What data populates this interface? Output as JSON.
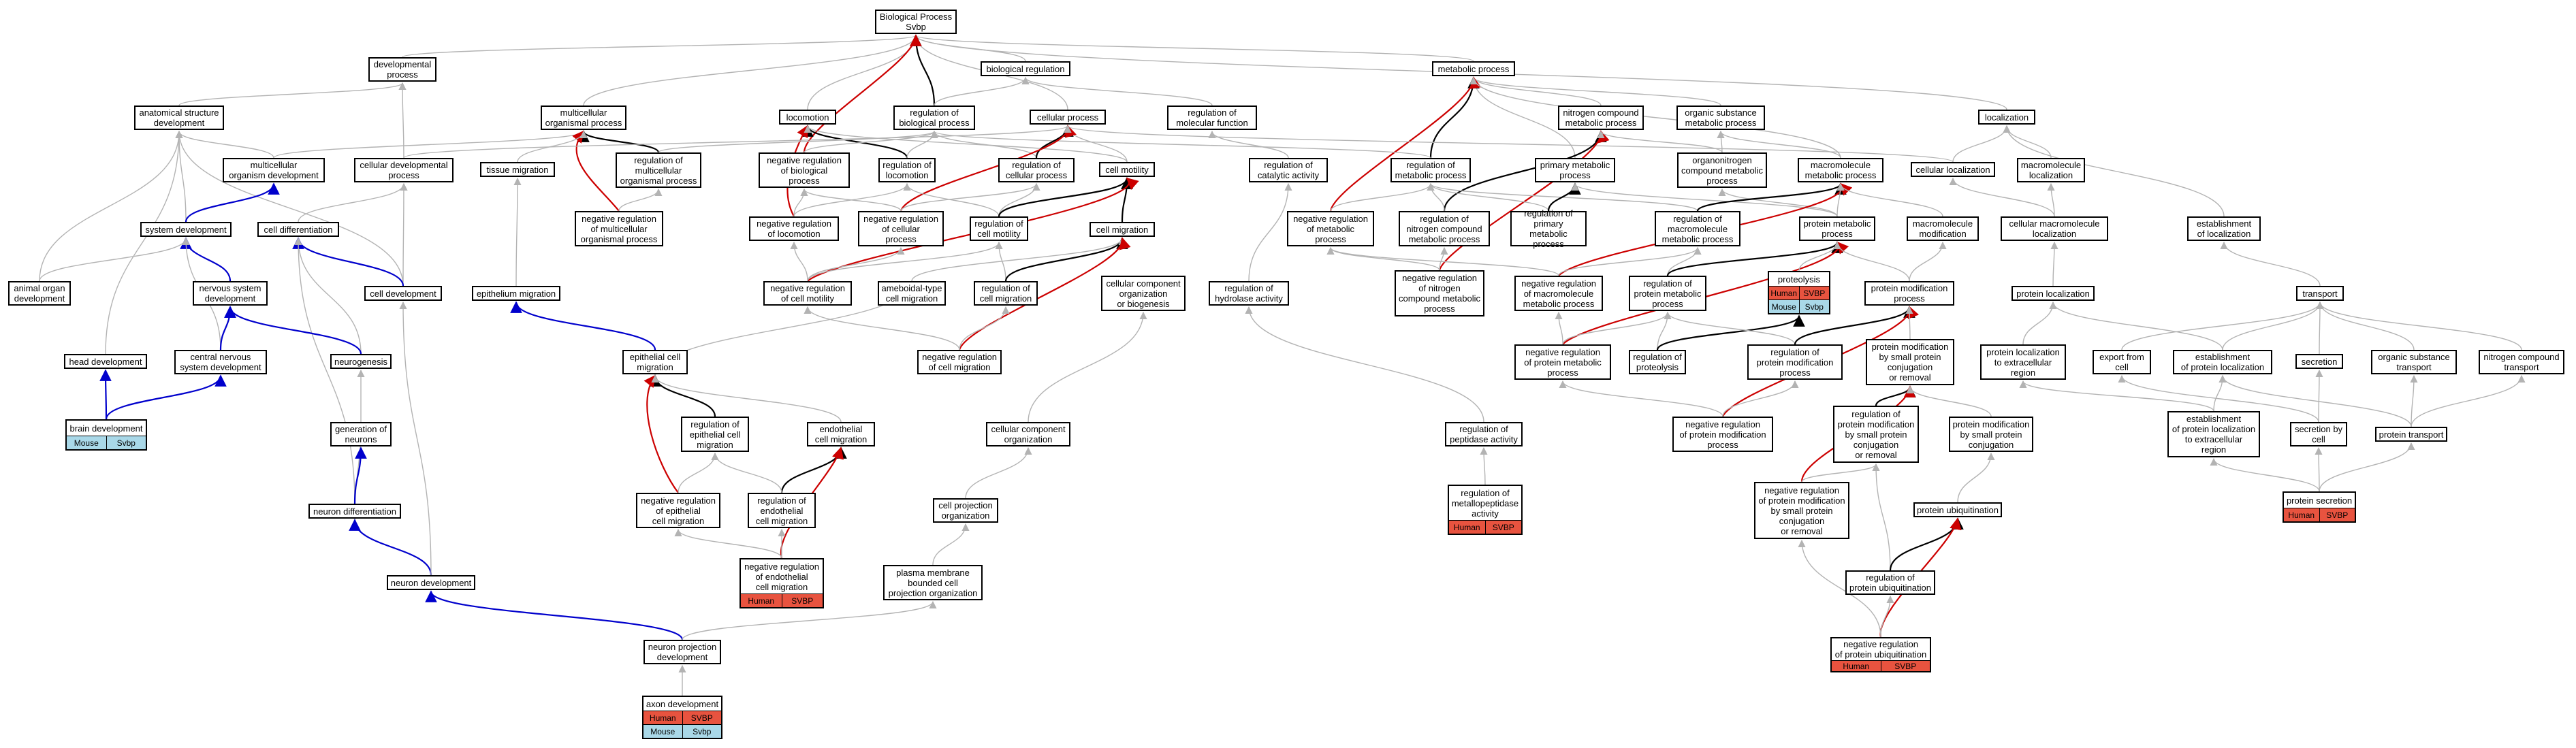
{
  "colors": {
    "grey_edge": "#b3b3b3",
    "black_edge": "#000000",
    "blue_edge": "#0000cc",
    "red_edge": "#cc0000",
    "human_tag": "#e8533f",
    "mouse_tag": "#a9d8e8"
  },
  "nodes": {
    "bp": "Biological Process\nSvbp",
    "devproc": "developmental\nprocess",
    "bioreg": "biological regulation",
    "metproc": "metabolic process",
    "ass_dev": "anatomical structure\ndevelopment",
    "multi_proc": "multicellular\norganismal process",
    "locomotion": "locomotion",
    "reg_bio": "regulation of\nbiological process",
    "cellular_proc": "cellular process",
    "reg_molfn": "regulation of\nmolecular function",
    "nitro_met": "nitrogen compound\nmetabolic process",
    "org_sub_met": "organic substance\nmetabolic process",
    "localization": "localization",
    "multi_org_dev": "multicellular\norganism development",
    "cell_dev_proc": "cellular developmental\nprocess",
    "tissue_mig": "tissue migration",
    "reg_multi": "regulation of\nmulticellular\norganismal process",
    "neg_reg_bio": "negative regulation\nof biological\nprocess",
    "reg_loco": "regulation of\nlocomotion",
    "reg_cell_proc": "regulation of\ncellular process",
    "cell_motility": "cell motility",
    "reg_cat": "regulation of\ncatalytic activity",
    "reg_met": "regulation of\nmetabolic process",
    "prim_met": "primary metabolic\nprocess",
    "orgnitro_met": "organonitrogen\ncompound metabolic\nprocess",
    "macro_met": "macromolecule\nmetabolic process",
    "cell_loc": "cellular localization",
    "macro_loc": "macromolecule\nlocalization",
    "cell_diff": "cell differentiation",
    "system_dev": "system development",
    "neg_reg_multi": "negative regulation\nof multicellular\norganismal process",
    "neg_reg_loco": "negative regulation\nof locomotion",
    "neg_reg_cell_proc": "negative regulation\nof cellular\nprocess",
    "reg_cell_mot": "regulation of\ncell motility",
    "cell_mig": "cell migration",
    "neg_reg_met": "negative regulation\nof metabolic\nprocess",
    "reg_nitro": "regulation of\nnitrogen compound\nmetabolic process",
    "reg_prim": "regulation of\nprimary metabolic\nprocess",
    "reg_macro": "regulation of\nmacromolecule\nmetabolic process",
    "prot_met": "protein metabolic\nprocess",
    "macro_mod": "macromolecule\nmodification",
    "cell_macro_loc": "cellular macromolecule\nlocalization",
    "est_loc": "establishment\nof localization",
    "animal_org": "animal organ\ndevelopment",
    "nervous_dev": "nervous system\ndevelopment",
    "cell_dev": "cell development",
    "epi_mig": "epithelium migration",
    "neg_reg_cell_mot": "negative regulation\nof cell motility",
    "amoeboid": "ameboidal-type\ncell migration",
    "reg_cell_mig": "regulation of\ncell migration",
    "ccob": "cellular component\norganization\nor biogenesis",
    "reg_hydro": "regulation of\nhydrolase activity",
    "neg_reg_nitro": "negative regulation\nof nitrogen\ncompound metabolic\nprocess",
    "neg_reg_macro": "negative regulation\nof macromolecule\nmetabolic process",
    "reg_prot_met": "regulation of\nprotein metabolic\nprocess",
    "prot_mod": "protein modification\nprocess",
    "prot_loc": "protein localization",
    "transport": "transport",
    "head_dev": "head development",
    "cns_dev": "central nervous\nsystem development",
    "neurogenesis": "neurogenesis",
    "epi_cell_mig": "epithelial cell\nmigration",
    "neg_reg_cell_mig": "negative regulation\nof cell migration",
    "neg_reg_prot_met": "negative regulation\nof protein metabolic\nprocess",
    "reg_proteolysis": "regulation of\nproteolysis",
    "reg_prot_mod": "regulation of\nprotein modification\nprocess",
    "pm_small_conj": "protein modification\nby small protein\nconjugation\nor removal",
    "prot_loc_extra": "protein localization\nto extracellular\nregion",
    "export_cell": "export from\ncell",
    "est_prot_loc": "establishment\nof protein localization",
    "secretion": "secretion",
    "org_sub_transport": "organic substance\ntransport",
    "nitro_transport": "nitrogen compound\ntransport",
    "gen_neurons": "generation of\nneurons",
    "reg_epi_mig": "regulation of\nepithelial cell\nmigration",
    "endo_mig": "endothelial\ncell migration",
    "cc_org": "cellular component\norganization",
    "reg_pep": "regulation of\npeptidase activity",
    "neg_reg_prot_mod": "negative regulation\nof protein modification\nprocess",
    "reg_pm_small": "regulation of\nprotein modification\nby small protein\nconjugation\nor removal",
    "pm_small_conj2": "protein modification\nby small protein\nconjugation",
    "est_prot_extra": "establishment\nof protein localization\nto extracellular\nregion",
    "secretion_cell": "secretion by\ncell",
    "prot_transport": "protein transport",
    "neuron_diff": "neuron differentiation",
    "neg_reg_epi_mig": "negative regulation\nof epithelial\ncell migration",
    "reg_endo_mig": "regulation of\nendothelial\ncell migration",
    "cell_proj_org": "cell projection\norganization",
    "neg_reg_pm_small": "negative regulation\nof protein modification\nby small protein\nconjugation\nor removal",
    "prot_ubiq": "protein ubiquitination",
    "neuron_dev": "neuron development",
    "pm_bounded": "plasma membrane\nbounded cell\nprojection organization",
    "reg_prot_ubiq": "regulation of\nprotein ubiquitination",
    "neuron_proj_dev": "neuron projection\ndevelopment"
  },
  "tagged_nodes": {
    "brain_dev": {
      "label": "brain development",
      "tags": [
        [
          "Mouse",
          "Svbp"
        ]
      ]
    },
    "proteolysis": {
      "label": "proteolysis",
      "tags": [
        [
          "Human",
          "SVBP"
        ],
        [
          "Mouse",
          "Svbp"
        ]
      ]
    },
    "reg_metallo": {
      "label": "regulation of\nmetallopeptidase\nactivity",
      "tags": [
        [
          "Human",
          "SVBP"
        ]
      ]
    },
    "neg_reg_endo_mig": {
      "label": "negative regulation\nof endothelial\ncell migration",
      "tags": [
        [
          "Human",
          "SVBP"
        ]
      ]
    },
    "prot_secretion": {
      "label": "protein secretion",
      "tags": [
        [
          "Human",
          "SVBP"
        ]
      ]
    },
    "neg_reg_prot_ubiq": {
      "label": "negative regulation\nof protein ubiquitination",
      "tags": [
        [
          "Human",
          "SVBP"
        ]
      ]
    },
    "axon_dev": {
      "label": "axon development",
      "tags": [
        [
          "Human",
          "SVBP"
        ],
        [
          "Mouse",
          "Svbp"
        ]
      ]
    }
  },
  "edges": [
    [
      "devproc",
      "bp",
      "grey"
    ],
    [
      "bioreg",
      "bp",
      "grey"
    ],
    [
      "metproc",
      "bp",
      "grey"
    ],
    [
      "localization",
      "bp",
      "grey"
    ],
    [
      "multi_proc",
      "bp",
      "grey"
    ],
    [
      "locomotion",
      "bp",
      "grey"
    ],
    [
      "reg_bio",
      "bp",
      "black"
    ],
    [
      "cellular_proc",
      "bp",
      "grey"
    ],
    [
      "neg_reg_bio",
      "bp",
      "red"
    ],
    [
      "ass_dev",
      "devproc",
      "grey"
    ],
    [
      "cell_dev_proc",
      "devproc",
      "grey"
    ],
    [
      "reg_bio",
      "bioreg",
      "grey"
    ],
    [
      "reg_molfn",
      "bioreg",
      "grey"
    ],
    [
      "nitro_met",
      "metproc",
      "grey"
    ],
    [
      "org_sub_met",
      "metproc",
      "grey"
    ],
    [
      "prim_met",
      "metproc",
      "grey"
    ],
    [
      "reg_met",
      "metproc",
      "black"
    ],
    [
      "neg_reg_met",
      "metproc",
      "red"
    ],
    [
      "macro_met",
      "metproc",
      "grey"
    ],
    [
      "multi_org_dev",
      "ass_dev",
      "grey"
    ],
    [
      "system_dev",
      "ass_dev",
      "grey"
    ],
    [
      "animal_org",
      "ass_dev",
      "grey"
    ],
    [
      "head_dev",
      "ass_dev",
      "grey"
    ],
    [
      "cell_dev",
      "ass_dev",
      "grey"
    ],
    [
      "multi_org_dev",
      "multi_proc",
      "grey"
    ],
    [
      "reg_multi",
      "multi_proc",
      "black"
    ],
    [
      "neg_reg_multi",
      "multi_proc",
      "red"
    ],
    [
      "tissue_mig",
      "multi_proc",
      "grey"
    ],
    [
      "reg_loco",
      "locomotion",
      "black"
    ],
    [
      "neg_reg_loco",
      "locomotion",
      "red"
    ],
    [
      "cell_motility",
      "locomotion",
      "grey"
    ],
    [
      "reg_cell_proc",
      "reg_bio",
      "grey"
    ],
    [
      "reg_multi",
      "reg_bio",
      "grey"
    ],
    [
      "neg_reg_bio",
      "reg_bio",
      "grey"
    ],
    [
      "reg_loco",
      "reg_bio",
      "grey"
    ],
    [
      "reg_met",
      "reg_bio",
      "grey"
    ],
    [
      "cell_motility",
      "cellular_proc",
      "grey"
    ],
    [
      "reg_cell_proc",
      "cellular_proc",
      "black"
    ],
    [
      "neg_reg_cell_proc",
      "cellular_proc",
      "red"
    ],
    [
      "cell_dev_proc",
      "cellular_proc",
      "grey"
    ],
    [
      "cell_loc",
      "cellular_proc",
      "grey"
    ],
    [
      "reg_cat",
      "reg_molfn",
      "grey"
    ],
    [
      "reg_nitro",
      "nitro_met",
      "black"
    ],
    [
      "neg_reg_nitro",
      "nitro_met",
      "red"
    ],
    [
      "orgnitro_met",
      "nitro_met",
      "grey"
    ],
    [
      "macro_met",
      "org_sub_met",
      "grey"
    ],
    [
      "orgnitro_met",
      "org_sub_met",
      "grey"
    ],
    [
      "cell_loc",
      "localization",
      "grey"
    ],
    [
      "macro_loc",
      "localization",
      "grey"
    ],
    [
      "est_loc",
      "localization",
      "grey"
    ],
    [
      "system_dev",
      "multi_org_dev",
      "blue"
    ],
    [
      "cell_diff",
      "cell_dev_proc",
      "grey"
    ],
    [
      "cell_dev",
      "cell_dev_proc",
      "grey"
    ],
    [
      "epi_mig",
      "tissue_mig",
      "grey"
    ],
    [
      "neg_reg_multi",
      "reg_multi",
      "grey"
    ],
    [
      "neg_reg_loco",
      "neg_reg_bio",
      "grey"
    ],
    [
      "neg_reg_cell_proc",
      "neg_reg_bio",
      "grey"
    ],
    [
      "reg_cell_mot",
      "reg_loco",
      "grey"
    ],
    [
      "neg_reg_loco",
      "reg_loco",
      "grey"
    ],
    [
      "neg_reg_cell_proc",
      "reg_cell_proc",
      "grey"
    ],
    [
      "reg_cell_mot",
      "reg_cell_proc",
      "grey"
    ],
    [
      "cell_mig",
      "cell_motility",
      "black"
    ],
    [
      "reg_cell_mot",
      "cell_motility",
      "black"
    ],
    [
      "neg_reg_cell_mot",
      "cell_motility",
      "red"
    ],
    [
      "reg_hydro",
      "reg_cat",
      "grey"
    ],
    [
      "reg_prim",
      "reg_met",
      "grey"
    ],
    [
      "reg_nitro",
      "reg_met",
      "grey"
    ],
    [
      "reg_macro",
      "reg_met",
      "grey"
    ],
    [
      "neg_reg_met",
      "reg_met",
      "grey"
    ],
    [
      "reg_prim",
      "prim_met",
      "black"
    ],
    [
      "prot_met",
      "prim_met",
      "grey"
    ],
    [
      "prot_met",
      "orgnitro_met",
      "grey"
    ],
    [
      "reg_macro",
      "macro_met",
      "black"
    ],
    [
      "neg_reg_macro",
      "macro_met",
      "red"
    ],
    [
      "prot_met",
      "macro_met",
      "grey"
    ],
    [
      "macro_mod",
      "macro_met",
      "grey"
    ],
    [
      "cell_macro_loc",
      "cell_loc",
      "grey"
    ],
    [
      "cell_macro_loc",
      "macro_loc",
      "grey"
    ],
    [
      "transport",
      "est_loc",
      "grey"
    ],
    [
      "nervous_dev",
      "system_dev",
      "blue"
    ],
    [
      "animal_org",
      "system_dev",
      "grey"
    ],
    [
      "cns_dev",
      "system_dev",
      "grey"
    ],
    [
      "neurogenesis",
      "cell_diff",
      "grey"
    ],
    [
      "cell_dev",
      "cell_diff",
      "blue"
    ],
    [
      "neuron_diff",
      "cell_diff",
      "grey"
    ],
    [
      "cns_dev",
      "nervous_dev",
      "blue"
    ],
    [
      "neurogenesis",
      "nervous_dev",
      "blue"
    ],
    [
      "epi_cell_mig",
      "epi_mig",
      "blue"
    ],
    [
      "neg_reg_cell_mot",
      "neg_reg_loco",
      "grey"
    ],
    [
      "neg_reg_cell_mot",
      "neg_reg_cell_proc",
      "grey"
    ],
    [
      "reg_cell_mig",
      "reg_cell_mot",
      "grey"
    ],
    [
      "neg_reg_cell_mot",
      "reg_cell_mot",
      "grey"
    ],
    [
      "reg_cell_mig",
      "cell_mig",
      "black"
    ],
    [
      "amoeboid",
      "cell_mig",
      "grey"
    ],
    [
      "neg_reg_cell_mig",
      "cell_mig",
      "red"
    ],
    [
      "neg_reg_nitro",
      "neg_reg_met",
      "grey"
    ],
    [
      "neg_reg_macro",
      "neg_reg_met",
      "grey"
    ],
    [
      "neg_reg_nitro",
      "reg_nitro",
      "grey"
    ],
    [
      "neg_reg_macro",
      "reg_macro",
      "grey"
    ],
    [
      "reg_prot_met",
      "reg_macro",
      "grey"
    ],
    [
      "reg_prot_met",
      "prot_met",
      "black"
    ],
    [
      "neg_reg_prot_met",
      "prot_met",
      "red"
    ],
    [
      "proteolysis",
      "prot_met",
      "grey"
    ],
    [
      "prot_mod",
      "prot_met",
      "grey"
    ],
    [
      "prot_mod",
      "macro_mod",
      "grey"
    ],
    [
      "prot_loc",
      "cell_macro_loc",
      "grey"
    ],
    [
      "brain_dev",
      "head_dev",
      "blue"
    ],
    [
      "brain_dev",
      "cns_dev",
      "blue"
    ],
    [
      "gen_neurons",
      "neurogenesis",
      "grey"
    ],
    [
      "reg_epi_mig",
      "epi_cell_mig",
      "black"
    ],
    [
      "neg_reg_epi_mig",
      "epi_cell_mig",
      "red"
    ],
    [
      "endo_mig",
      "epi_cell_mig",
      "grey"
    ],
    [
      "amoeboid",
      "epi_cell_mig",
      "grey"
    ],
    [
      "neg_reg_cell_mig",
      "reg_cell_mig",
      "grey"
    ],
    [
      "neg_reg_cell_mig",
      "neg_reg_cell_mot",
      "grey"
    ],
    [
      "cc_org",
      "ccob",
      "grey"
    ],
    [
      "reg_pep",
      "reg_hydro",
      "grey"
    ],
    [
      "neg_reg_prot_met",
      "neg_reg_macro",
      "grey"
    ],
    [
      "neg_reg_prot_met",
      "reg_prot_met",
      "grey"
    ],
    [
      "reg_proteolysis",
      "reg_prot_met",
      "grey"
    ],
    [
      "reg_proteolysis",
      "proteolysis",
      "black"
    ],
    [
      "reg_prot_mod",
      "reg_prot_met",
      "grey"
    ],
    [
      "reg_prot_mod",
      "prot_mod",
      "black"
    ],
    [
      "neg_reg_prot_mod",
      "prot_mod",
      "red"
    ],
    [
      "pm_small_conj",
      "prot_mod",
      "grey"
    ],
    [
      "neg_reg_prot_mod",
      "neg_reg_prot_met",
      "grey"
    ],
    [
      "neg_reg_prot_mod",
      "reg_prot_mod",
      "grey"
    ],
    [
      "reg_pm_small",
      "pm_small_conj",
      "black"
    ],
    [
      "neg_reg_pm_small",
      "pm_small_conj",
      "red"
    ],
    [
      "pm_small_conj2",
      "pm_small_conj",
      "grey"
    ],
    [
      "neg_reg_pm_small",
      "reg_pm_small",
      "grey"
    ],
    [
      "reg_prot_ubiq",
      "reg_pm_small",
      "grey"
    ],
    [
      "prot_ubiq",
      "pm_small_conj2",
      "grey"
    ],
    [
      "reg_prot_ubiq",
      "prot_ubiq",
      "black"
    ],
    [
      "neg_reg_prot_ubiq",
      "prot_ubiq",
      "red"
    ],
    [
      "neg_reg_prot_ubiq",
      "reg_prot_ubiq",
      "grey"
    ],
    [
      "neg_reg_prot_ubiq",
      "neg_reg_pm_small",
      "grey"
    ],
    [
      "reg_metallo",
      "reg_pep",
      "grey"
    ],
    [
      "prot_loc_extra",
      "prot_loc",
      "grey"
    ],
    [
      "est_prot_loc",
      "prot_loc",
      "grey"
    ],
    [
      "export_cell",
      "transport",
      "grey"
    ],
    [
      "est_prot_loc",
      "transport",
      "grey"
    ],
    [
      "secretion",
      "transport",
      "grey"
    ],
    [
      "org_sub_transport",
      "transport",
      "grey"
    ],
    [
      "nitro_transport",
      "transport",
      "grey"
    ],
    [
      "est_prot_extra",
      "prot_loc_extra",
      "grey"
    ],
    [
      "est_prot_extra",
      "est_prot_loc",
      "grey"
    ],
    [
      "secretion_cell",
      "secretion",
      "grey"
    ],
    [
      "secretion_cell",
      "export_cell",
      "grey"
    ],
    [
      "prot_transport",
      "est_prot_loc",
      "grey"
    ],
    [
      "prot_transport",
      "org_sub_transport",
      "grey"
    ],
    [
      "prot_transport",
      "nitro_transport",
      "grey"
    ],
    [
      "prot_secretion",
      "est_prot_extra",
      "grey"
    ],
    [
      "prot_secretion",
      "secretion_cell",
      "grey"
    ],
    [
      "prot_secretion",
      "prot_transport",
      "grey"
    ],
    [
      "gen_neurons",
      "neuron_diff",
      "grey"
    ],
    [
      "neuron_diff",
      "gen_neurons",
      "blue"
    ],
    [
      "neuron_dev",
      "neuron_diff",
      "blue"
    ],
    [
      "neuron_dev",
      "cell_dev",
      "grey"
    ],
    [
      "reg_endo_mig",
      "endo_mig",
      "black"
    ],
    [
      "neg_reg_endo_mig",
      "endo_mig",
      "red"
    ],
    [
      "neg_reg_endo_mig",
      "reg_endo_mig",
      "grey"
    ],
    [
      "reg_endo_mig",
      "reg_epi_mig",
      "grey"
    ],
    [
      "neg_reg_epi_mig",
      "reg_epi_mig",
      "grey"
    ],
    [
      "neg_reg_endo_mig",
      "neg_reg_epi_mig",
      "grey"
    ],
    [
      "cell_proj_org",
      "cc_org",
      "grey"
    ],
    [
      "pm_bounded",
      "cell_proj_org",
      "grey"
    ],
    [
      "neuron_proj_dev",
      "neuron_dev",
      "blue"
    ],
    [
      "neuron_proj_dev",
      "pm_bounded",
      "grey"
    ],
    [
      "axon_dev",
      "neuron_proj_dev",
      "grey"
    ]
  ]
}
